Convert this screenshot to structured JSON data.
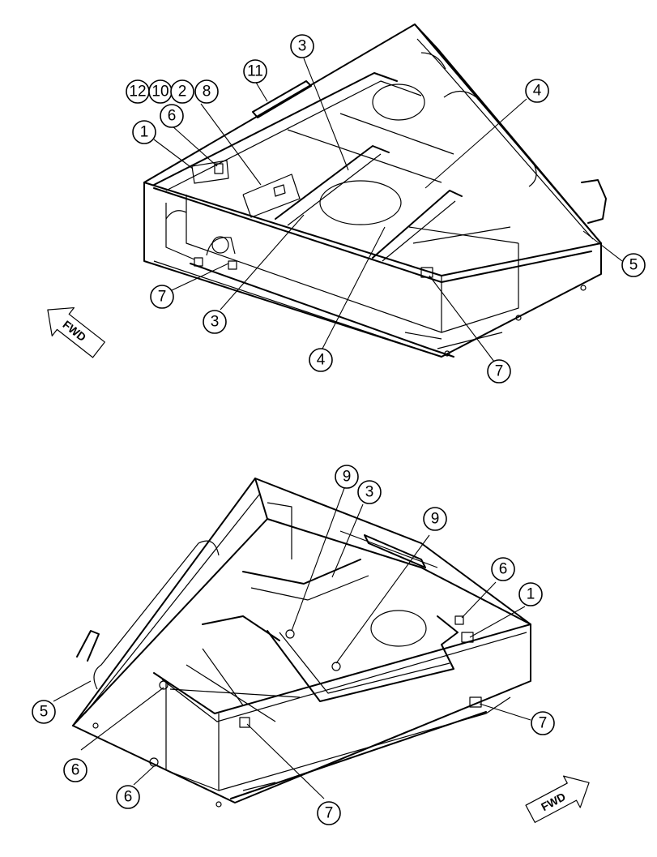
{
  "callouts": {
    "top": [
      {
        "label": "12"
      },
      {
        "label": "10"
      },
      {
        "label": "2"
      },
      {
        "label": "8"
      },
      {
        "label": "11"
      },
      {
        "label": "3"
      },
      {
        "label": "4"
      },
      {
        "label": "6"
      },
      {
        "label": "1"
      },
      {
        "label": "5"
      },
      {
        "label": "7"
      },
      {
        "label": "3"
      },
      {
        "label": "4"
      },
      {
        "label": "7"
      }
    ],
    "bottom": [
      {
        "label": "9"
      },
      {
        "label": "3"
      },
      {
        "label": "9"
      },
      {
        "label": "6"
      },
      {
        "label": "1"
      },
      {
        "label": "5"
      },
      {
        "label": "7"
      },
      {
        "label": "6"
      },
      {
        "label": "6"
      },
      {
        "label": "7"
      }
    ]
  },
  "fwd_arrows": {
    "top": {
      "label": "FWD"
    },
    "bottom": {
      "label": "FWD"
    }
  }
}
